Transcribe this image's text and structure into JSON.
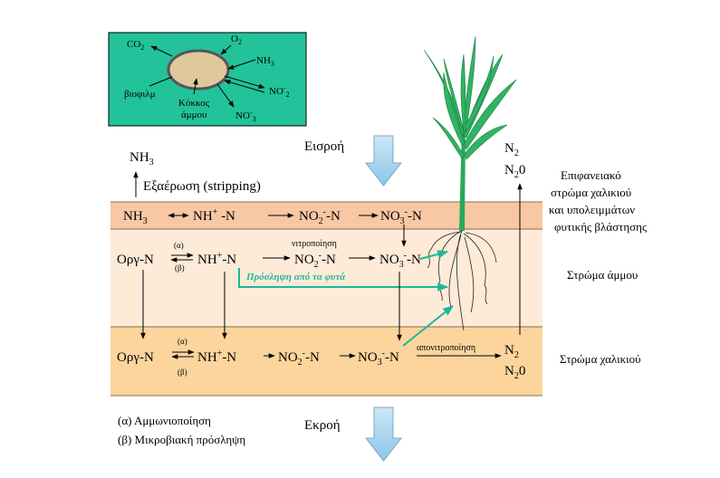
{
  "inset": {
    "co2": "CO",
    "co2_sub": "2",
    "o2": "O",
    "o2_sub": "2",
    "nh3": "NH",
    "nh3_sub": "3",
    "no2": "NO",
    "no2_sup": "-",
    "no2_sub": "2",
    "no3": "NO",
    "no3_sup": "-",
    "no3_sub": "3",
    "biofilm": "βιοφιλμ",
    "grain_line1": "Κόκκος",
    "grain_line2": "άμμου",
    "colors": {
      "bg": "#22c29a",
      "grain": "#dfc89b"
    }
  },
  "top_left": {
    "nh3": "NH",
    "nh3_sub": "3",
    "stripping": "Εξαέρωση (stripping)"
  },
  "inflow": "Εισροή",
  "outflow": "Εκροή",
  "top_right": {
    "n2": "N",
    "n2_sub": "2",
    "n2o": "N",
    "n2o_sub": "2",
    "n2o_tail": "0"
  },
  "layers": {
    "surface": {
      "nh3": "NH",
      "nh3_sub": "3",
      "nh4": "NH",
      "nh4_sup": "+",
      "nh4_tail": " -N",
      "no2": "NO",
      "no2_sub": "2",
      "no2_sup": "-",
      "no2_tail": "-N",
      "no3": "NO",
      "no3_sub": "3",
      "no3_sup": "-",
      "no3_tail": "-N",
      "label": [
        "Επιφανειακό",
        "στρώμα χαλικιού",
        "και υπολειμμάτων",
        "φυτικής βλάστησης"
      ],
      "color": "#f8c7a3"
    },
    "sand": {
      "org": "Οργ-Ν",
      "alpha": "(α)",
      "beta": "(β)",
      "nh4": "NH",
      "nh4_sup": "+",
      "nh4_tail": "-N",
      "nitrification": "νιτροποίηση",
      "no2": "NO",
      "no2_sub": "2",
      "no2_sup": "-",
      "no2_tail": "-N",
      "no3": "NO",
      "no3_sub": "3",
      "no3_sup": "-",
      "no3_tail": "-N",
      "uptake": "Πρόσληψη από τα φυτά",
      "label": "Στρώμα άμμου",
      "color": "#fdebd8"
    },
    "gravel": {
      "org": "Οργ-Ν",
      "alpha": "(α)",
      "beta": "(β)",
      "nh4": "NH",
      "nh4_sup": "+",
      "nh4_tail": "-N",
      "no2": "NO",
      "no2_sub": "2",
      "no2_sup": "-",
      "no2_tail": "-N",
      "no3": "NO",
      "no3_sub": "3",
      "no3_sup": "-",
      "no3_tail": "-N",
      "denitrification": "απονιτροποίηση",
      "n2": "N",
      "n2_sub": "2",
      "n2o": "N",
      "n2o_sub": "2",
      "n2o_tail": "0",
      "label": "Στρώμα χαλικιού",
      "color": "#fcd59d"
    }
  },
  "legend": {
    "a": "(α) Αμμωνιοποίηση",
    "b": "(β) Μικροβιακή πρόσληψη"
  },
  "colors": {
    "uptake_arrow": "#1fb79a",
    "flow_arrow": "#a9d4ee",
    "plant": "#29a85a"
  }
}
